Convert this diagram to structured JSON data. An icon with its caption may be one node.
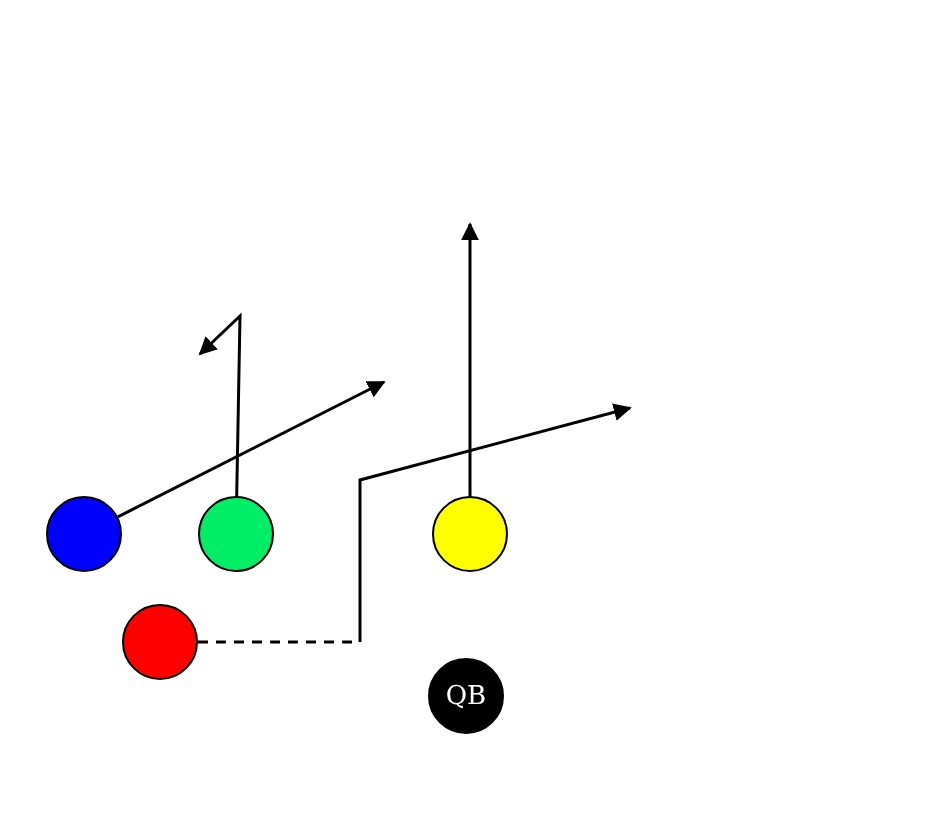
{
  "diagram": {
    "nodes": [
      {
        "text": [],
        "shape": "circle"
      },
      {
        "text": [],
        "shape": "circle"
      },
      {
        "text": [],
        "shape": "circle"
      },
      {
        "text": [],
        "shape": "circle"
      },
      {
        "text": [
          "QB"
        ]
      }
    ],
    "edges": [
      {
        "from": 0,
        "to": null,
        "arrow": "to"
      },
      {
        "from": 1,
        "to": null,
        "arrow": "to"
      },
      {
        "from": 2,
        "to": null,
        "arrow": "to"
      },
      {
        "from": 3,
        "to": null,
        "arrow": "to",
        "style": "dashed"
      }
    ]
  }
}
